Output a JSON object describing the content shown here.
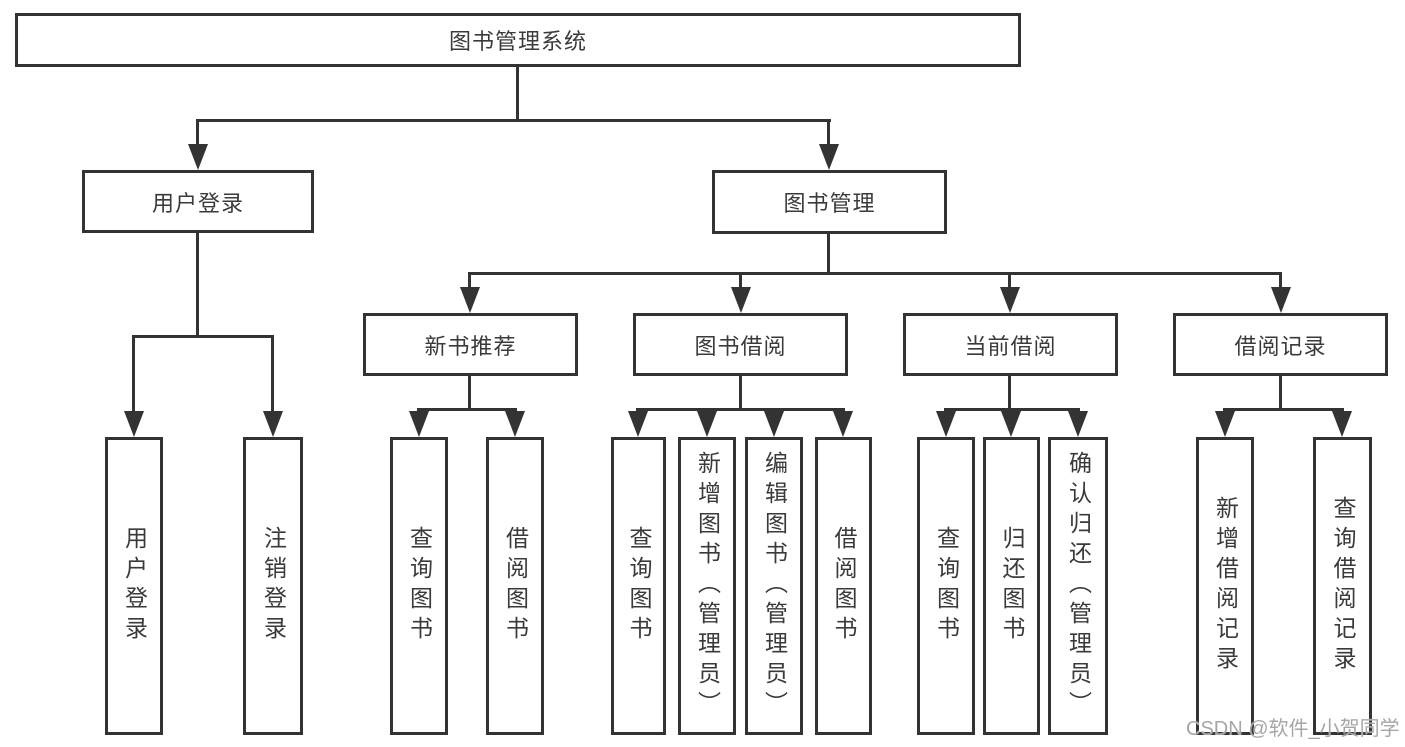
{
  "diagram": {
    "root": {
      "label": "图书管理系统"
    },
    "level2": {
      "user_login": {
        "label": "用户登录"
      },
      "book_mgmt": {
        "label": "图书管理"
      }
    },
    "level3": {
      "new_books": {
        "label": "新书推荐"
      },
      "borrow": {
        "label": "图书借阅"
      },
      "current": {
        "label": "当前借阅"
      },
      "records": {
        "label": "借阅记录"
      }
    },
    "leaves": {
      "login": "用户登录",
      "logout": "注销登录",
      "nb_query": "查询图书",
      "nb_borrow": "借阅图书",
      "bw_query": "查询图书",
      "bw_add": "新增图书（管理员）",
      "bw_edit": "编辑图书（管理员）",
      "bw_borrow": "借阅图书",
      "cur_query": "查询图书",
      "cur_return": "归还图书",
      "cur_confirm": "确认归还（管理员）",
      "rec_add": "新增借阅记录",
      "rec_query": "查询借阅记录"
    }
  },
  "watermark": {
    "text": "CSDN @软件_小贺同学"
  },
  "colors": {
    "background": "#ffffff",
    "line": "#333333",
    "box_border": "#333333",
    "text": "#3a3a3a",
    "watermark": "#a6a6a6"
  }
}
